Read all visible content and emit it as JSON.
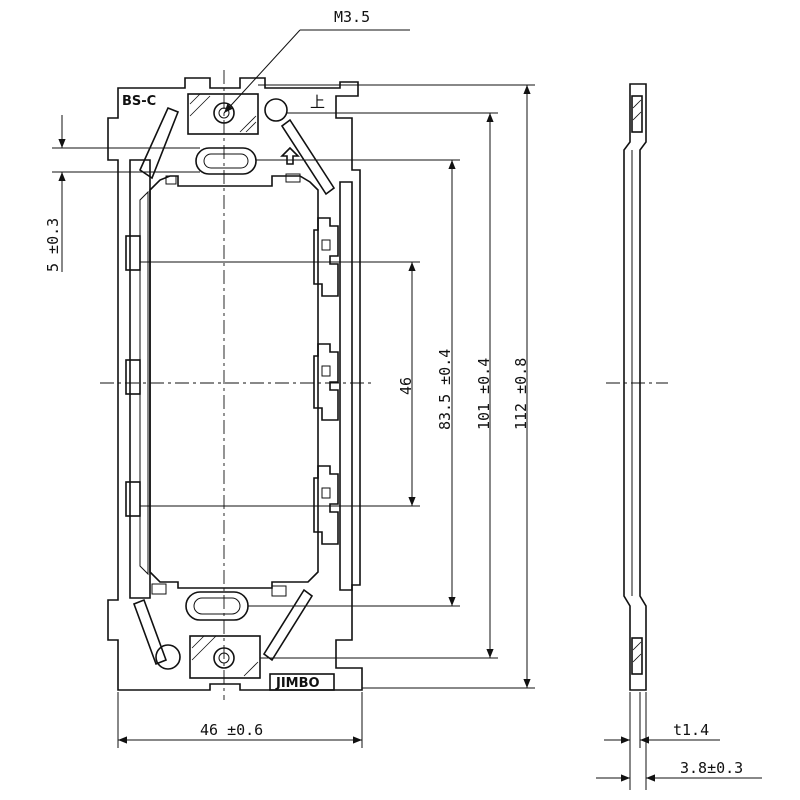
{
  "labels": {
    "screw": "M3.5",
    "model": "BS-C",
    "up_mark": "上",
    "brand": "JIMBO"
  },
  "dimensions": {
    "slot_offset": "5 ±0.3",
    "module_pitch": "46",
    "hole_pitch": "83.5 ±0.4",
    "frame_inner": "101 ±0.4",
    "frame_height": "112 ±0.8",
    "width": "46 ±0.6",
    "thickness": "t1.4",
    "side_depth": "3.8±0.3"
  }
}
